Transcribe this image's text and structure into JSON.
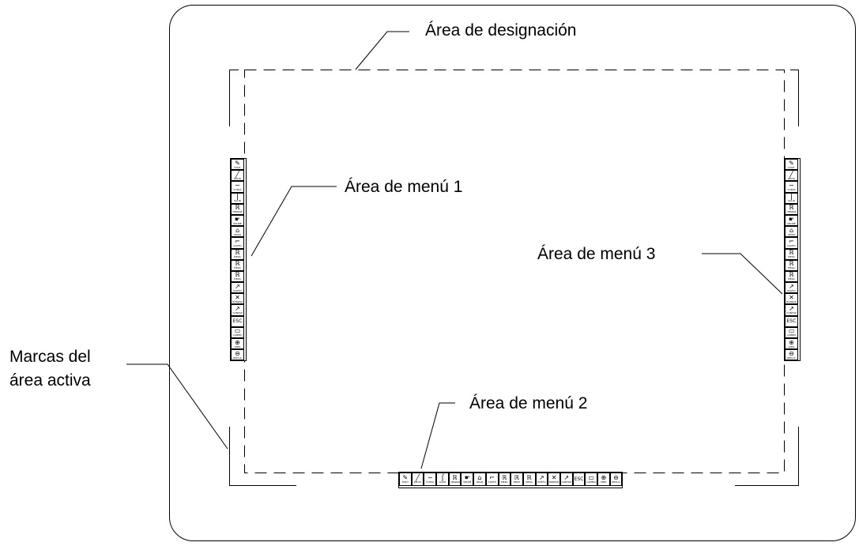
{
  "labels": {
    "designation_area": "Área de designación",
    "menu_area_1": "Área de menú 1",
    "menu_area_2": "Área de menú 2",
    "menu_area_3": "Área de menú 3",
    "active_marks_line1": "Marcas del",
    "active_marks_line2": "área activa"
  },
  "menu_items": [
    {
      "icon": "pen-icon",
      "glyph": "✎",
      "tag": "DIGIT"
    },
    {
      "icon": "line-icon",
      "glyph": "╱",
      "tag": "RECTA"
    },
    {
      "icon": "curve-icon",
      "glyph": "∼",
      "tag": "CURVA"
    },
    {
      "icon": "bracket-icon",
      "glyph": "⌠",
      "tag": "SALIR"
    },
    {
      "icon": "shape-icon",
      "glyph": "ℝ",
      "tag": "CERRAR"
    },
    {
      "icon": "hand-icon",
      "glyph": "☛",
      "tag": "SPLINE"
    },
    {
      "icon": "house-icon",
      "glyph": "⌂",
      "tag": "SEGM"
    },
    {
      "icon": "corner-icon",
      "glyph": "⌐",
      "tag": "CANTO"
    },
    {
      "icon": "piece-a-icon",
      "glyph": "ℝ",
      "tag": "PIEZA"
    },
    {
      "icon": "piece-b-icon",
      "glyph": "ℝ",
      "tag": "PIEZA"
    },
    {
      "icon": "piece-c-icon",
      "glyph": "ℝ",
      "tag": "PIEZA"
    },
    {
      "icon": "arrow-icon",
      "glyph": "↗",
      "tag": "PUNTO"
    },
    {
      "icon": "cross-icon",
      "glyph": "✕",
      "tag": "BORRAR"
    },
    {
      "icon": "pointer-icon",
      "glyph": "↗",
      "tag": "CONTAR"
    },
    {
      "icon": "esc-icon",
      "glyph": "ESC",
      "tag": ""
    },
    {
      "icon": "screen-icon",
      "glyph": "▭",
      "tag": "CAMBIO"
    },
    {
      "icon": "zoom-in-icon",
      "glyph": "⊕",
      "tag": "AMPL"
    },
    {
      "icon": "zoom-out-icon",
      "glyph": "⊖",
      "tag": "REDUC"
    }
  ],
  "colors": {
    "stroke": "#000000",
    "background": "#ffffff"
  }
}
